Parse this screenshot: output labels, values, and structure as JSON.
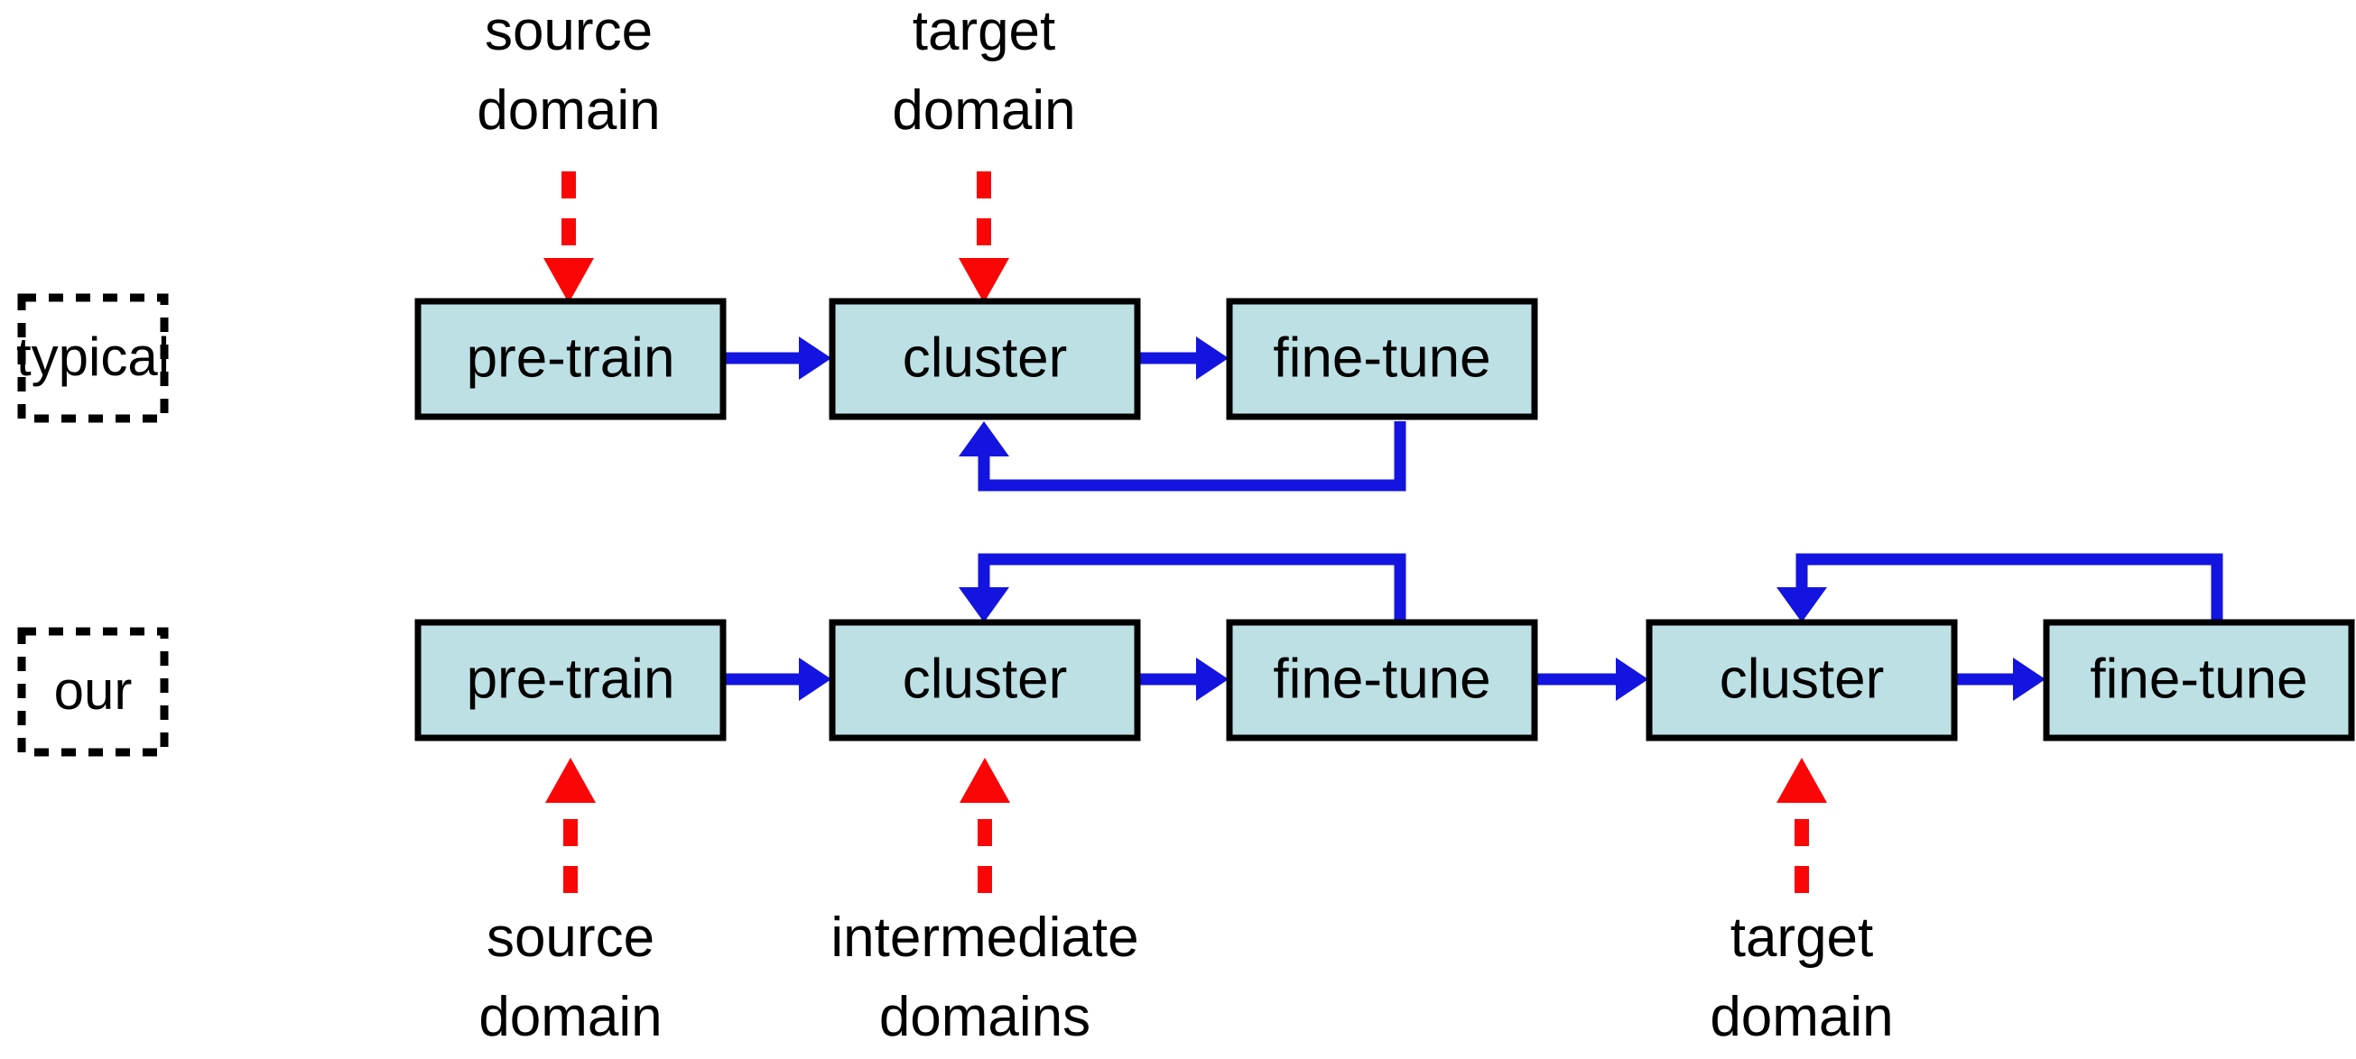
{
  "figure": {
    "title": "typical vs our domain-adaptation training pipelines",
    "colors": {
      "box_fill": "#bde0e4",
      "box_stroke": "#000000",
      "flow_arrow": "#1414e0",
      "data_arrow": "#fb0606",
      "background": "#ffffff"
    }
  },
  "rows": [
    {
      "tag": "typical",
      "stages": [
        {
          "label": "pre-train"
        },
        {
          "label": "cluster"
        },
        {
          "label": "fine-tune"
        }
      ],
      "top_captions": [
        {
          "line1": "source",
          "line2": "domain"
        },
        {
          "line1": "target",
          "line2": "domain"
        }
      ],
      "bottom_captions": []
    },
    {
      "tag": "our",
      "stages": [
        {
          "label": "pre-train"
        },
        {
          "label": "cluster"
        },
        {
          "label": "fine-tune"
        },
        {
          "label": "cluster"
        },
        {
          "label": "fine-tune"
        }
      ],
      "top_captions": [],
      "bottom_captions": [
        {
          "line1": "source",
          "line2": "domain"
        },
        {
          "line1": "intermediate",
          "line2": "domains"
        },
        {
          "line1": "target",
          "line2": "domain"
        }
      ]
    }
  ],
  "labels": {
    "typical_tag": "typical",
    "our_tag": "our",
    "pre_train": "pre-train",
    "cluster": "cluster",
    "fine_tune": "fine-tune",
    "source": "source",
    "target": "target",
    "intermediate": "intermediate",
    "domain": "domain",
    "domains": "domains"
  }
}
